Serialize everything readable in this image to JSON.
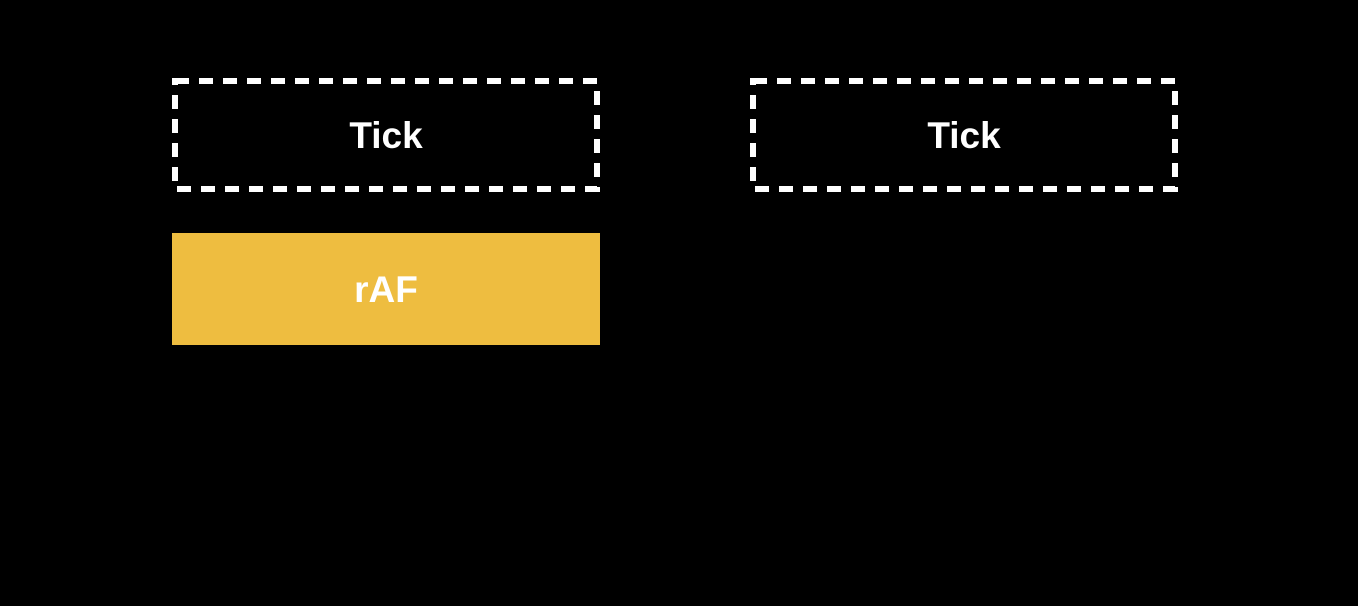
{
  "diagram": {
    "tick_boxes": [
      {
        "label": "Tick"
      },
      {
        "label": "Tick"
      }
    ],
    "raf_box": {
      "label": "rAF"
    },
    "colors": {
      "background": "#000000",
      "tick_border": "#ffffff",
      "label_text": "#ffffff",
      "raf_fill": "#eebd40"
    }
  }
}
